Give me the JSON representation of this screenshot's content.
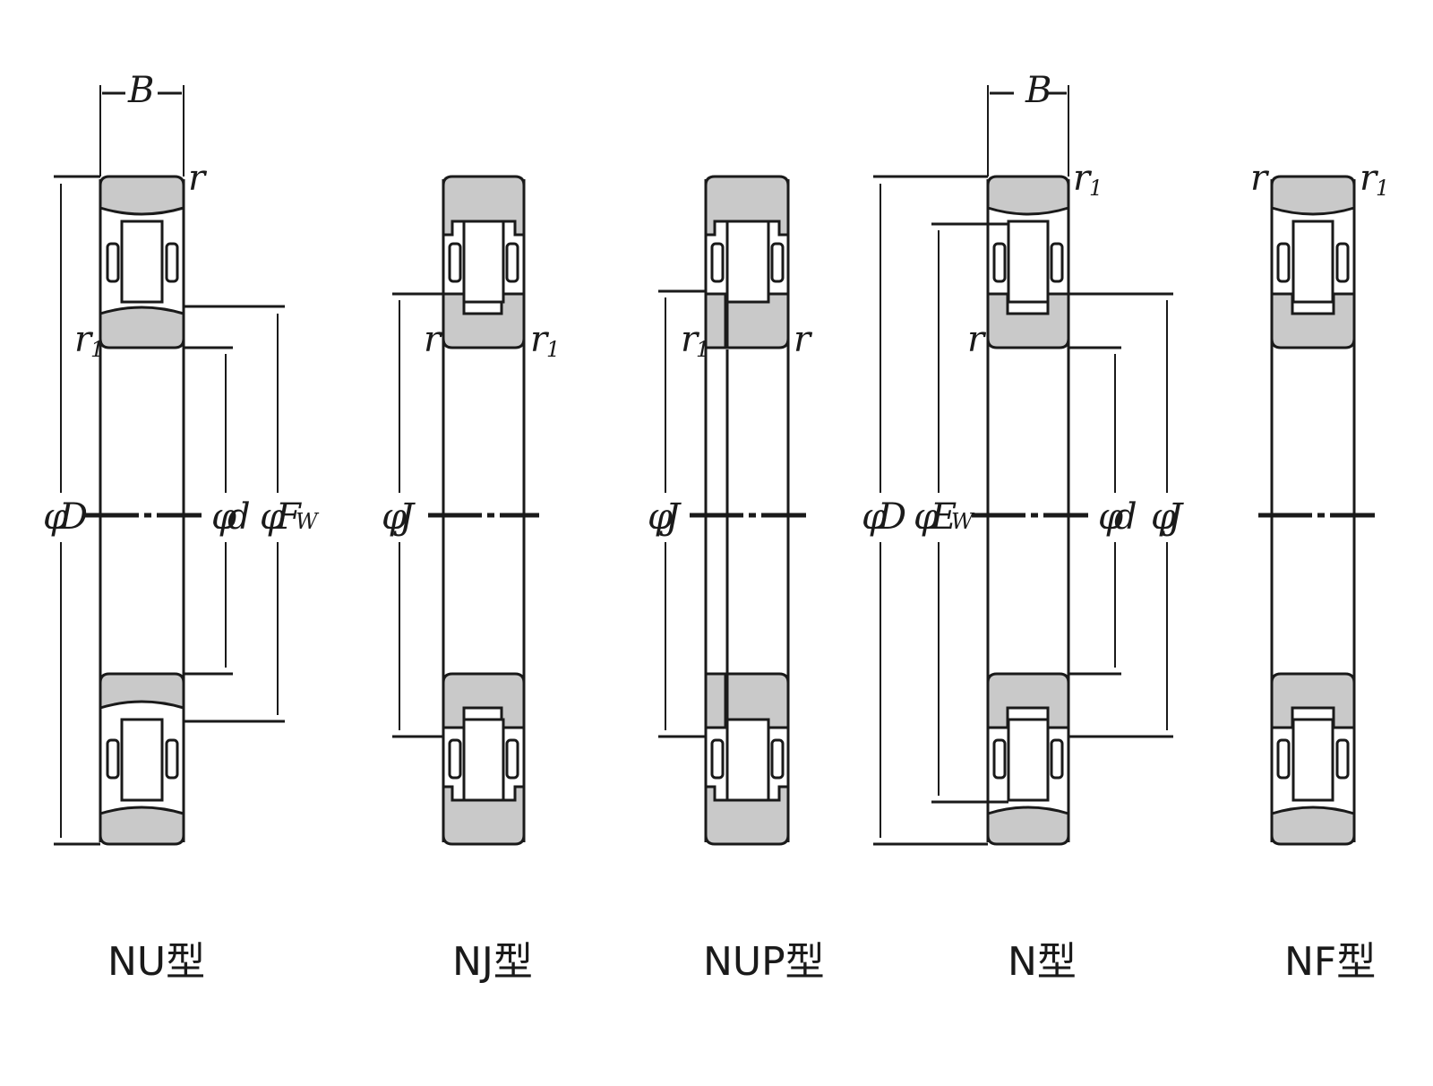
{
  "labels": {
    "B": "B",
    "r": "r",
    "r1_main": "r",
    "r1_sub": "1",
    "phi": "φ",
    "D": "D",
    "d": "d",
    "J": "J",
    "F": "F",
    "E": "E",
    "w": "W"
  },
  "captions": {
    "nu": "NU型",
    "nj": "NJ型",
    "nup": "NUP型",
    "n": "N型",
    "nf": "NF型"
  },
  "colors": {
    "ring_fill": "#c9c9c9",
    "line": "#1a1a1a",
    "background": "#ffffff"
  }
}
